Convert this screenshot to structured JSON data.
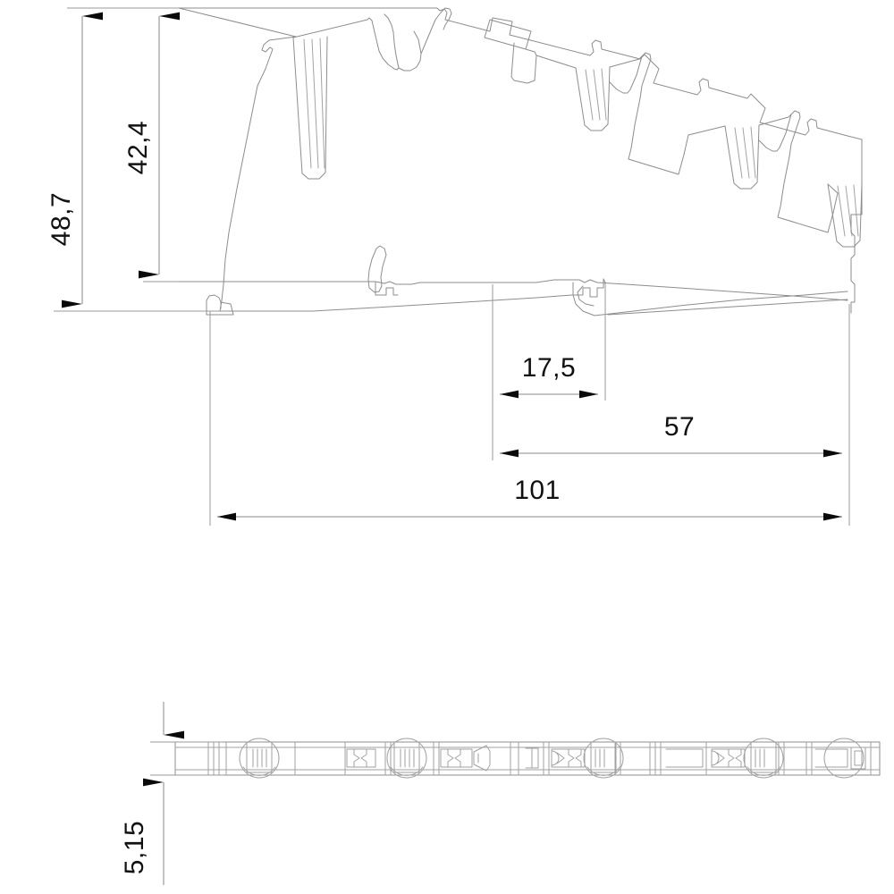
{
  "drawing": {
    "title": "Terminal block dimensioned technical drawing",
    "units": "mm",
    "line_color": "#8d8d8d",
    "dimension_text_color": "#111111",
    "background": "#ffffff",
    "views": [
      {
        "name": "side-profile-view",
        "label": ""
      },
      {
        "name": "top-plan-view",
        "label": ""
      }
    ],
    "dimensions": {
      "height_overall": {
        "value": "48,7",
        "orientation": "vertical",
        "rotated": true
      },
      "height_inner": {
        "value": "42,4",
        "orientation": "vertical",
        "rotated": true
      },
      "length_short": {
        "value": "17,5",
        "orientation": "horizontal",
        "rotated": false
      },
      "length_medium": {
        "value": "57",
        "orientation": "horizontal",
        "rotated": false
      },
      "length_overall": {
        "value": "101",
        "orientation": "horizontal",
        "rotated": false
      },
      "thickness": {
        "value": "5,15",
        "orientation": "vertical",
        "rotated": true
      }
    }
  }
}
